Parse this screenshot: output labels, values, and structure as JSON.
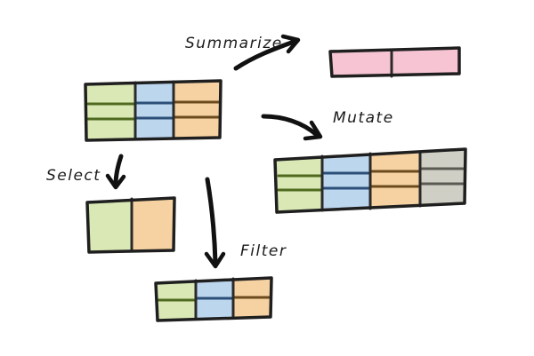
{
  "labels": {
    "summarize": "Summarize",
    "mutate": "Mutate",
    "select": "Select",
    "filter": "Filter"
  },
  "colors": {
    "green": "#d9e8b5",
    "green_line": "#4f6a1f",
    "blue": "#bcd6ee",
    "blue_line": "#2c4f78",
    "orange": "#f6d2a2",
    "orange_line": "#6b4a1e",
    "grey": "#cfcfc6",
    "grey_line": "#5a5a52",
    "pink": "#f6c4d2",
    "pink_line": "#7a2f4a",
    "outline": "#1f1f1f"
  }
}
